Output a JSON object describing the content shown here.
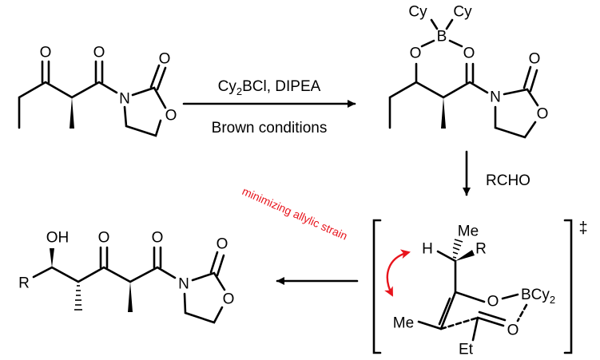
{
  "reaction": {
    "step1": {
      "reagents": "Cy2BCl, DIPEA",
      "reagent_main": "Cy",
      "reagent_sub": "2",
      "reagent_rest": "BCl, DIPEA",
      "conditions": "Brown conditions"
    },
    "step2": {
      "reagent": "RCHO"
    },
    "annotation": {
      "text": "minimizing allylic strain",
      "color": "#e8141c"
    },
    "transition_state_symbol": "‡"
  },
  "atoms": {
    "O": "O",
    "N": "N",
    "B": "B",
    "Cy": "Cy",
    "R": "R",
    "H": "H",
    "OH": "OH",
    "Me": "Me",
    "Et": "Et",
    "BCy2_main": "BCy",
    "BCy2_sub": "2"
  }
}
